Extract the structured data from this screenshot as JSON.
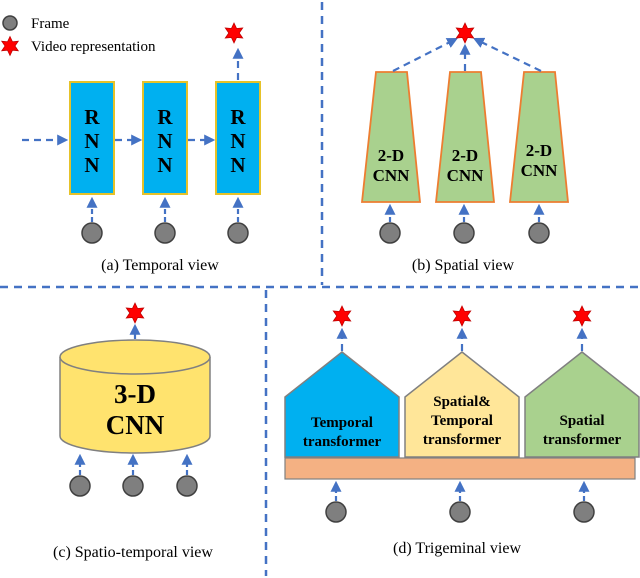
{
  "legend": {
    "frame": "Frame",
    "video_representation": "Video representation"
  },
  "temporal": {
    "rnn_letters": [
      "R",
      "N",
      "N"
    ],
    "caption": "(a) Temporal view"
  },
  "spatial": {
    "cnn_line1": "2-D",
    "cnn_line2": "CNN",
    "caption": "(b) Spatial view"
  },
  "spatiotemporal": {
    "line1": "3-D",
    "line2": "CNN",
    "caption": "(c) Spatio-temporal view"
  },
  "trigeminal": {
    "temporal_line1": "Temporal",
    "temporal_line2": "transformer",
    "both_line1": "Spatial&",
    "both_line2": "Temporal",
    "both_line3": "transformer",
    "spatial_line1": "Spatial",
    "spatial_line2": "transformer",
    "caption": "(d) Trigeminal view"
  },
  "colors": {
    "rnn_fill": "#00B0F0",
    "rnn_border": "#E6C229",
    "cnn2d_fill": "#A9D18E",
    "cnn2d_border": "#ED7D31",
    "cnn3d_fill": "#FFE36E",
    "temporal_tf_fill": "#00B0F0",
    "both_tf_fill": "#FFE699",
    "spatial_tf_fill": "#A9D18E",
    "base_bar_fill": "#F4B183",
    "arrow": "#4472C4",
    "star": "#FF0000"
  }
}
